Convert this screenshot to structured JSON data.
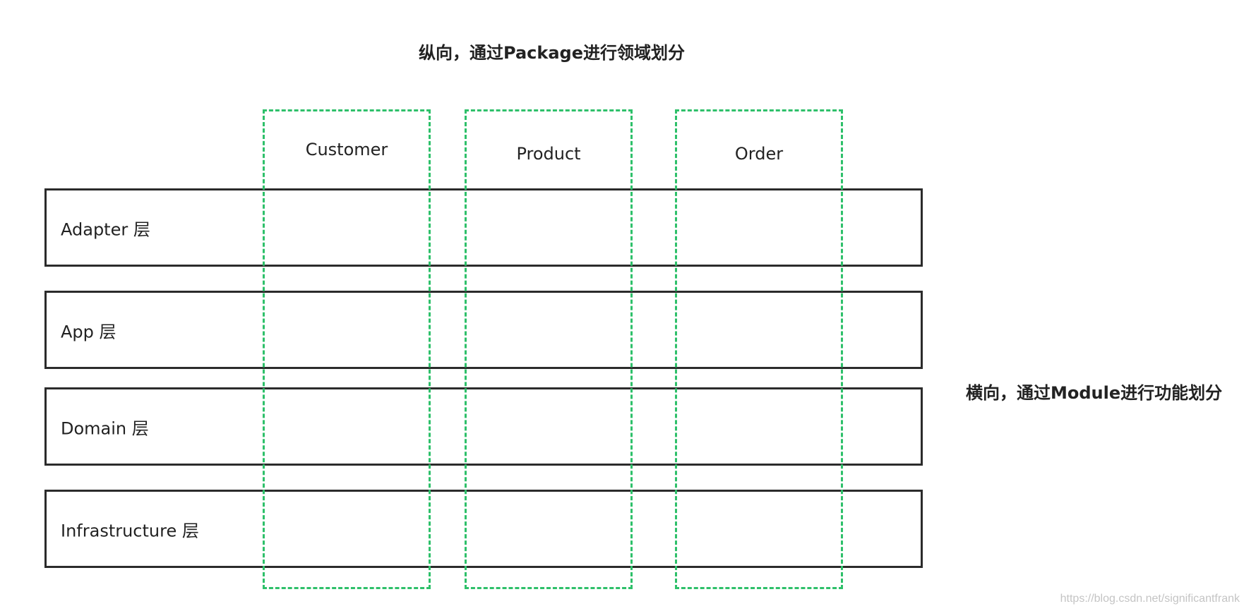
{
  "diagram": {
    "title_top": "纵向，通过Package进行领域划分",
    "title_right": "横向，通过Module进行功能划分",
    "layers": [
      {
        "label": "Adapter 层"
      },
      {
        "label": "App 层"
      },
      {
        "label": "Domain 层"
      },
      {
        "label": "Infrastructure 层"
      }
    ],
    "domains": [
      {
        "label": "Customer"
      },
      {
        "label": "Product"
      },
      {
        "label": "Order"
      }
    ],
    "colors": {
      "layer_border": "#2b2b2b",
      "domain_border": "#2ec06a",
      "text": "#222222"
    }
  },
  "watermark": "https://blog.csdn.net/significantfrank"
}
